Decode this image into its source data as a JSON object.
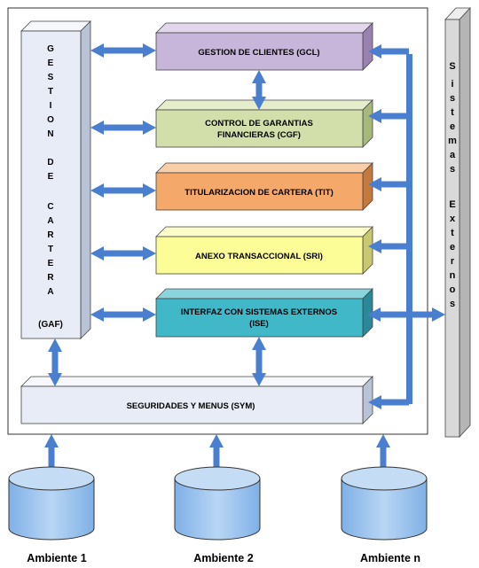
{
  "gaf_letters": [
    "G",
    "E",
    "S",
    "T",
    "I",
    "O",
    "N",
    "D",
    "E",
    "C",
    "A",
    "R",
    "T",
    "E",
    "R",
    "A",
    "(GAF)"
  ],
  "modules": {
    "gcl": {
      "label": "GESTION DE CLIENTES (GCL)",
      "color": "#c8b5da"
    },
    "cgf": {
      "label_line1": "CONTROL DE GARANTIAS",
      "label_line2": "FINANCIERAS (CGF)",
      "color": "#d2dfaa"
    },
    "tit": {
      "label": "TITULARIZACION DE CARTERA (TIT)",
      "color": "#f4a86a"
    },
    "sri": {
      "label": "ANEXO TRANSACCIONAL (SRI)",
      "color": "#fdfd98"
    },
    "ise": {
      "label_line1": "INTERFAZ CON SISTEMAS EXTERNOS",
      "label_line2": "(ISE)",
      "color": "#40b8c8"
    },
    "sym": {
      "label": "SEGURIDADES Y MENUS (SYM)",
      "color": "#e8ecf6"
    },
    "gaf_color": "#e8ecf6"
  },
  "external": {
    "letters": [
      "S",
      "i",
      "s",
      "t",
      "e",
      "m",
      "a",
      "s",
      "E",
      "x",
      "t",
      "e",
      "r",
      "n",
      "o",
      "s"
    ],
    "color": "#d9d9d9"
  },
  "environments": [
    "Ambiente 1",
    "Ambiente 2",
    "Ambiente n"
  ],
  "colors": {
    "arrow": "#4a7fd0",
    "cylinder": "#9ec3ec",
    "cylinder_top": "#c5dcf5"
  }
}
